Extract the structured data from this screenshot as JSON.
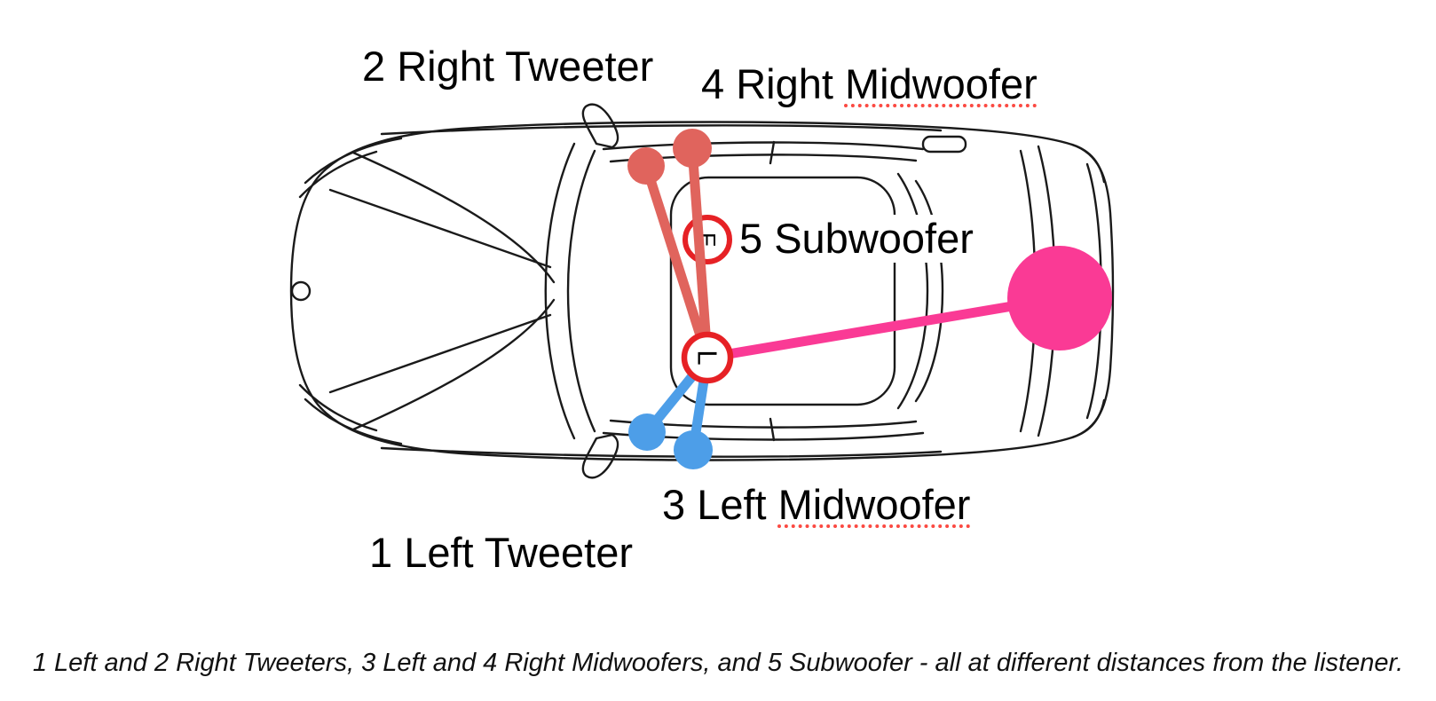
{
  "labels": {
    "right_tweeter": "2 Right Tweeter",
    "right_midwoofer_prefix": "4 Right ",
    "right_midwoofer_word": "Midwoofer",
    "subwoofer": "5 Subwoofer",
    "left_midwoofer_prefix": "3 Left ",
    "left_midwoofer_word": "Midwoofer",
    "left_tweeter": "1 Left Tweeter"
  },
  "markers": {
    "listener_letter": "L",
    "front_letter": "F"
  },
  "caption": "1 Left and 2 Right Tweeters, 3 Left and 4 Right Midwoofers, and 5 Subwoofer - all at different distances from the listener.",
  "colors": {
    "right_speakers": "#e0645d",
    "left_speakers": "#4d9ee8",
    "subwoofer": "#fa3a95",
    "marker_ring": "#e62125",
    "spellcheck_underline": "#fb4a42",
    "car_line": "#1a1a1a",
    "text": "#000000"
  }
}
